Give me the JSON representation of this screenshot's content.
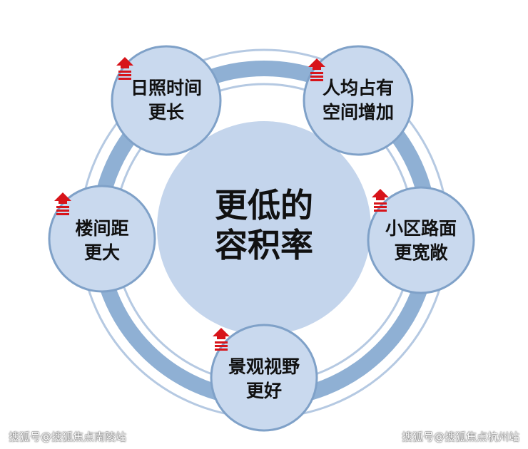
{
  "center": {
    "line1": "更低的",
    "line2": "容积率"
  },
  "nodes": [
    {
      "line1": "日照时间",
      "line2": "更长"
    },
    {
      "line1": "人均占有",
      "line2": "空间增加"
    },
    {
      "line1": "小区路面",
      "line2": "更宽敞"
    },
    {
      "line1": "景观视野",
      "line2": "更好"
    },
    {
      "line1": "楼间距",
      "line2": "更大"
    }
  ],
  "watermarks": {
    "left": "搜狐号@搜狐焦点南陵站",
    "right": "搜狐号@搜狐焦点杭州站"
  },
  "colors": {
    "ring": "#8fb0d4",
    "ring_outline": "#b5c9e2",
    "node_fill": "#c9d9ee",
    "node_stroke": "#7fa1c8",
    "center_fill": "#c4d5ec",
    "arrow": "#d7141a"
  }
}
